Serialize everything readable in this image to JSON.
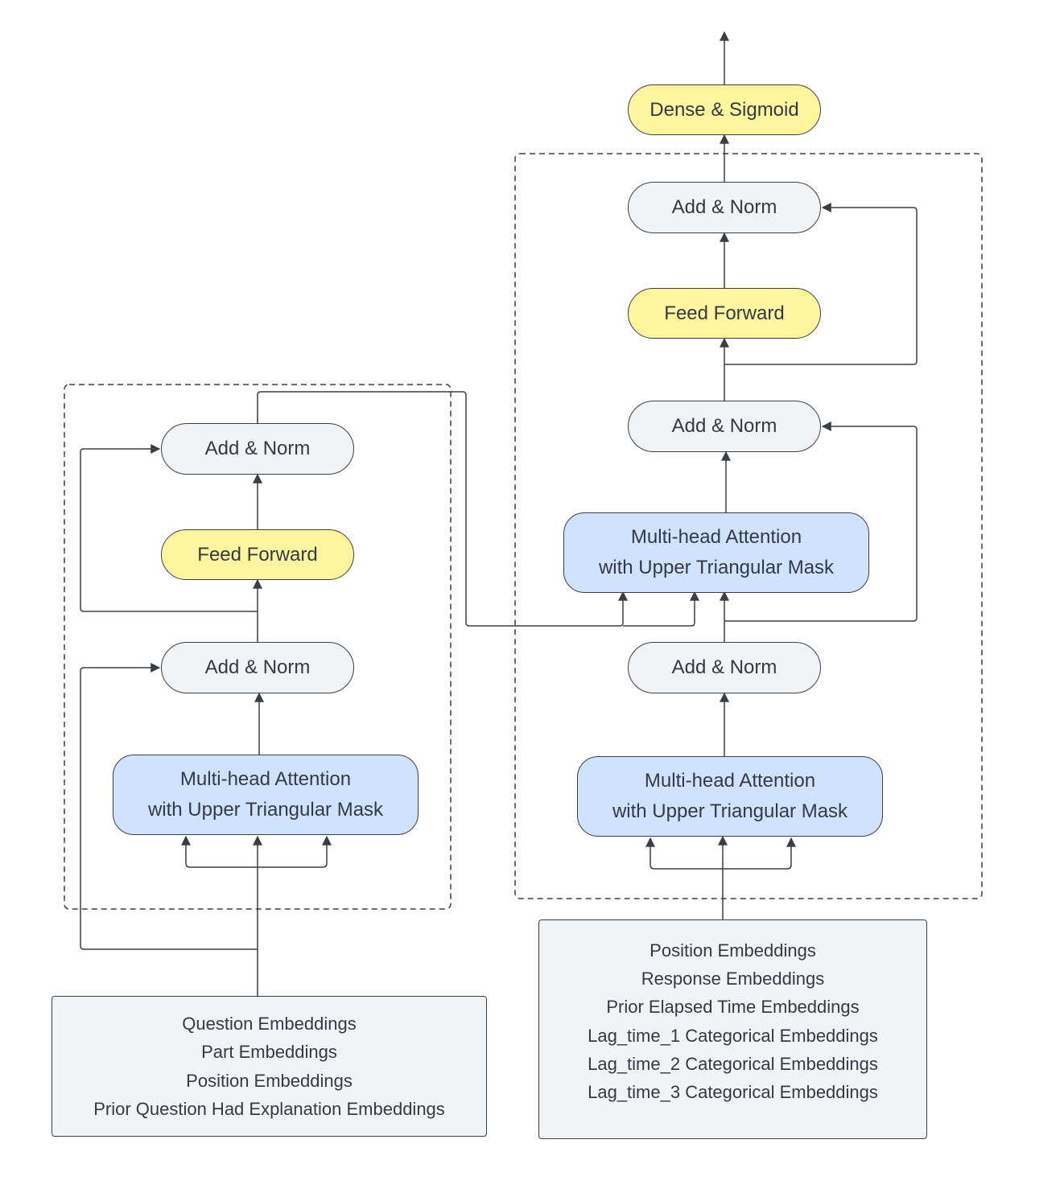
{
  "nodes": {
    "dense_sigmoid": "Dense & Sigmoid",
    "dec_add_norm_top": "Add & Norm",
    "dec_feed_forward": "Feed Forward",
    "dec_add_norm_mid": "Add & Norm",
    "dec_cross_attention": {
      "line1": "Multi-head Attention",
      "line2": "with Upper Triangular Mask"
    },
    "dec_add_norm_low": "Add & Norm",
    "dec_self_attention": {
      "line1": "Multi-head Attention",
      "line2": "with Upper Triangular Mask"
    },
    "enc_add_norm_top": "Add & Norm",
    "enc_feed_forward": "Feed Forward",
    "enc_add_norm_low": "Add & Norm",
    "enc_self_attention": {
      "line1": "Multi-head Attention",
      "line2": "with Upper Triangular Mask"
    }
  },
  "encoder_inputs": [
    "Question Embeddings",
    "Part Embeddings",
    "Position Embeddings",
    "Prior Question Had Explanation Embeddings"
  ],
  "decoder_inputs": [
    "Position Embeddings",
    "Response Embeddings",
    "Prior Elapsed Time Embeddings",
    "Lag_time_1 Categorical Embeddings",
    "Lag_time_2 Categorical Embeddings",
    "Lag_time_3 Categorical Embeddings"
  ],
  "colors": {
    "grey_fill": "#f2f3f5",
    "yellow_fill": "#fff59c",
    "blue_fill": "#cfe3ff",
    "stroke": "#3a3f47"
  }
}
